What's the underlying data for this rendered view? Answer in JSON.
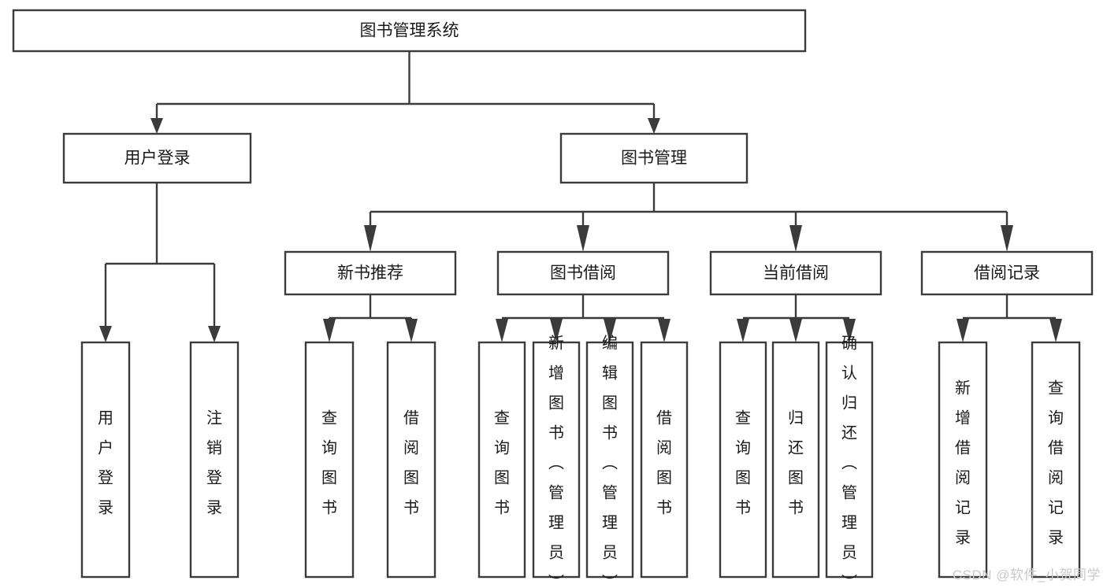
{
  "diagram": {
    "title": "图书管理系统",
    "type": "tree-hierarchy",
    "colors": {
      "box_stroke": "#3b3b3b",
      "box_fill": "#ffffff",
      "connector": "#3b3b3b",
      "text": "#1a1a1a",
      "background": "#ffffff",
      "watermark": "#c9c9c9"
    },
    "root": {
      "label": "图书管理系统"
    },
    "level2": [
      {
        "label": "用户登录"
      },
      {
        "label": "图书管理"
      }
    ],
    "level3": [
      {
        "label": "新书推荐"
      },
      {
        "label": "图书借阅"
      },
      {
        "label": "当前借阅"
      },
      {
        "label": "借阅记录"
      }
    ],
    "leaves_user_login": [
      {
        "label": "用户登录"
      },
      {
        "label": "注销登录"
      }
    ],
    "leaves_new_book": [
      {
        "label": "查询图书"
      },
      {
        "label": "借阅图书"
      }
    ],
    "leaves_borrow": [
      {
        "label": "查询图书"
      },
      {
        "label": "新增图书（管理员）"
      },
      {
        "label": "编辑图书（管理员）"
      },
      {
        "label": "借阅图书"
      }
    ],
    "leaves_current": [
      {
        "label": "查询图书"
      },
      {
        "label": "归还图书"
      },
      {
        "label": "确认归还（管理员）"
      }
    ],
    "leaves_record": [
      {
        "label": "新增借阅记录"
      },
      {
        "label": "查询借阅记录"
      }
    ],
    "watermark": "CSDN @软件_小贺同学"
  }
}
